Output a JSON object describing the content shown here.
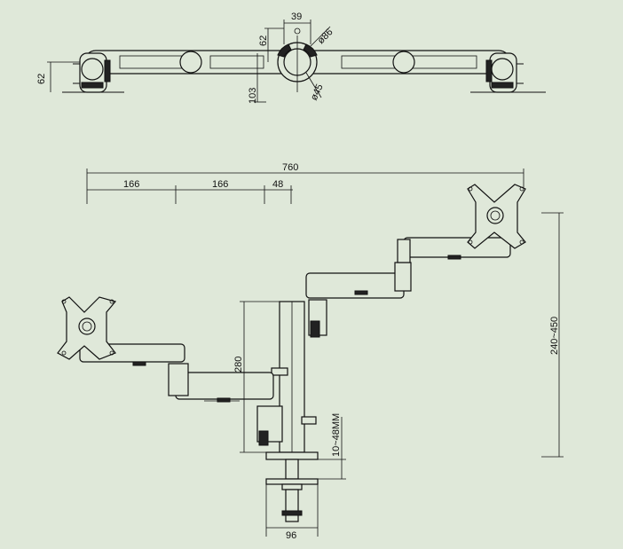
{
  "top_view": {
    "dim_39": "39",
    "dim_62_center": "62",
    "dim_phi86": "ø86",
    "dim_62_left": "62",
    "dim_103": "103",
    "dim_phi45": "ø45"
  },
  "front_view": {
    "dim_760": "760",
    "dim_166_a": "166",
    "dim_166_b": "166",
    "dim_48": "48",
    "dim_280": "280",
    "dim_240_450": "240~450",
    "dim_10_48": "10~48MM",
    "dim_96": "96"
  },
  "colors": {
    "background": "#dfe8d9",
    "line": "#111111"
  }
}
